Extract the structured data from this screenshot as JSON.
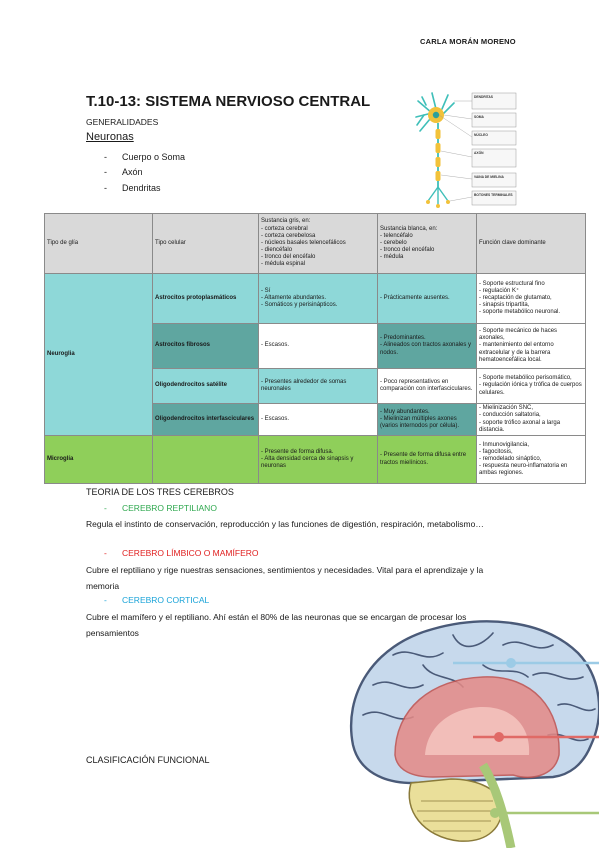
{
  "author": "CARLA MORÁN MORENO",
  "title": "T.10-13: SISTEMA NERVIOSO CENTRAL",
  "generalidades": "GENERALIDADES",
  "neuronas": {
    "heading": "Neuronas",
    "items": [
      "Cuerpo o Soma",
      "Axón",
      "Dendritas"
    ]
  },
  "neuron_figure": {
    "labels": [
      "DENDRITAS",
      "SOMA",
      "NÚCLEO",
      "AXÓN",
      "VAINA DE MIELINA",
      "BOTONES TERMINALES"
    ]
  },
  "glia_table": {
    "headers": {
      "tipo_glia": "Tipo de glía",
      "tipo_celular": "Tipo celular",
      "gris_title": "Sustancia gris, en:",
      "gris_items": [
        "corteza cerebral",
        "corteza cerebelosa",
        "núcleos basales telencefálicos",
        "diencéfalo",
        "tronco del encéfalo",
        "médula espinal"
      ],
      "blanca_title": "Sustancia blanca, en:",
      "blanca_items": [
        "telencéfalo",
        "cerebelo",
        "tronco del encéfalo",
        "médula"
      ],
      "funcion": "Función clave dominante"
    },
    "neuroglia": "Neuroglia",
    "microglia": "Microglía",
    "rows": [
      {
        "tipo": "Astrocitos protoplasmáticos",
        "gris": [
          "Sí",
          "Altamente abundantes.",
          "Somáticos y perisinápticos."
        ],
        "blanca": [
          "Prácticamente ausentes."
        ],
        "funcion": [
          "Soporte estructural fino",
          "regulación K⁺",
          "recaptación de glutamato,",
          "sinapsis tripartita,",
          "soporte metabólico neuronal."
        ]
      },
      {
        "tipo": "Astrocitos fibrosos",
        "gris": [
          "Escasos."
        ],
        "blanca": [
          "Predominantes.",
          "Alineados con tractos axonales y nodos."
        ],
        "funcion": [
          "Soporte mecánico de haces axonales,",
          "mantenimiento del entorno extracelular y de la barrera hematoencefálica local."
        ]
      },
      {
        "tipo": "Oligodendrocitos satélite",
        "gris": [
          "Presentes alrededor de somas neuronales"
        ],
        "blanca": [
          "Poco representativos en comparación con interfasciculares."
        ],
        "funcion": [
          "Soporte metabólico perisomático,",
          "regulación iónica y trófica de cuerpos celulares."
        ]
      },
      {
        "tipo": "Oligodendrocitos interfasciculares",
        "gris": [
          "Escasos."
        ],
        "blanca": [
          "Muy abundantes.",
          "Mielinizan múltiples axones (varios internodos por célula)."
        ],
        "funcion": [
          "Mielinización SNC,",
          "conducción saltatoria,",
          "soporte trófico axonal a larga distancia."
        ]
      },
      {
        "tipo": "",
        "gris": [
          "Presente de forma difusa.",
          "Alta densidad cerca de sinapsis y neuronas"
        ],
        "blanca": [
          "Presente de forma difusa entre tractos mielínicos."
        ],
        "funcion": [
          "Inmunovigilancia,",
          "fagocitosis,",
          "remodelado sináptico,",
          "respuesta neuro-inflamatoria en ambas regiones."
        ]
      }
    ]
  },
  "teoria": {
    "heading": "TEORIA DE LOS TRES CEREBROS",
    "reptiliano": {
      "label": "CEREBRO REPTILIANO",
      "text": "Regula el instinto de conservación, reproducción y las funciones de digestión, respiración, metabolismo…",
      "color": "#2fa84f"
    },
    "limbico": {
      "label": "CEREBRO LÍMBICO O MAMÍFERO",
      "text": "Cubre el reptiliano y rige nuestras sensaciones, sentimientos y necesidades. Vital para el aprendizaje y la memoria",
      "color": "#e02020"
    },
    "cortical": {
      "label": "CEREBRO CORTICAL",
      "text": "Cubre el mamífero y el reptiliano. Ahí están el 80% de las neuronas que se encargan de procesar los pensamientos",
      "color": "#1aa3d8"
    }
  },
  "clasificacion": "CLASIFICACIÓN FUNCIONAL"
}
